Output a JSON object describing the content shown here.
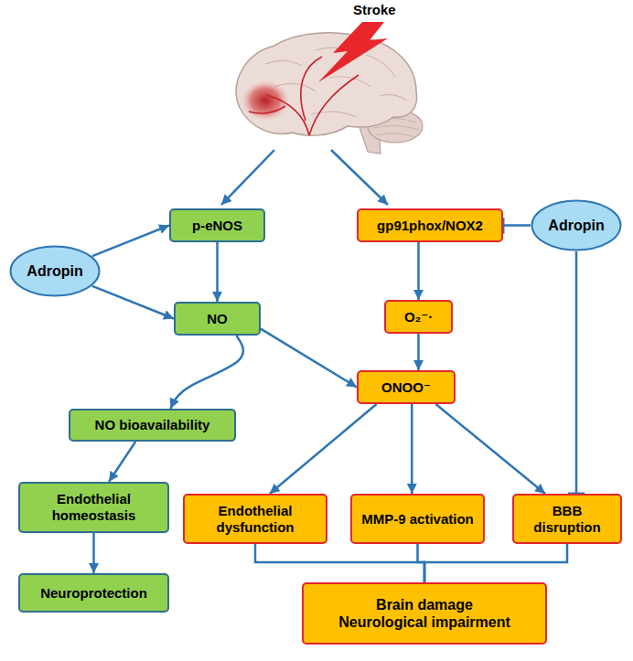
{
  "diagram": {
    "nodes": [
      {
        "text": [
          "p-eNOS"
        ]
      },
      {
        "text": [
          "gp91phox/NOX2"
        ]
      },
      {
        "text": [
          "Adropin"
        ]
      },
      {
        "text": [
          "Adropin"
        ]
      },
      {
        "text": [
          "NO"
        ]
      },
      {
        "text": [
          "O₂⁻·"
        ]
      },
      {
        "text": [
          "NO bioavailability"
        ]
      },
      {
        "text": [
          "ONOO⁻"
        ]
      },
      {
        "text": [
          "Endothelial homeostasis"
        ]
      },
      {
        "text": [
          "Endothelial dysfunction"
        ]
      },
      {
        "text": [
          "MMP-9 activation"
        ]
      },
      {
        "text": [
          "BBB disruption"
        ]
      },
      {
        "text": [
          "Neuroprotection"
        ]
      },
      {
        "text": [
          "Brain damage Neurological impairment"
        ]
      }
    ],
    "edges": [
      {
        "from": 2,
        "to": 0,
        "arrow": "to"
      },
      {
        "from": 2,
        "to": 4,
        "arrow": "to"
      },
      {
        "from": 0,
        "to": 4,
        "arrow": "to"
      },
      {
        "from": 1,
        "to": 5,
        "arrow": "to"
      },
      {
        "from": 5,
        "to": 7,
        "arrow": "to"
      },
      {
        "from": 4,
        "to": 7,
        "arrow": "to"
      },
      {
        "from": 4,
        "to": 6,
        "arrow": "to"
      },
      {
        "from": 6,
        "to": 8,
        "arrow": "to"
      },
      {
        "from": 8,
        "to": 12,
        "arrow": "to"
      },
      {
        "from": 7,
        "to": 9,
        "arrow": "to"
      },
      {
        "from": 7,
        "to": 10,
        "arrow": "to"
      },
      {
        "from": 7,
        "to": 11,
        "arrow": "to"
      },
      {
        "from": 3,
        "to": 1,
        "arrow": "to"
      },
      {
        "from": 3,
        "to": 11,
        "arrow": "to"
      },
      {
        "from": 9,
        "to": 13,
        "arrow": "none"
      },
      {
        "from": 10,
        "to": 13,
        "arrow": "none"
      },
      {
        "from": 11,
        "to": 13,
        "arrow": "none"
      }
    ],
    "labels": [
      "Stroke"
    ]
  }
}
